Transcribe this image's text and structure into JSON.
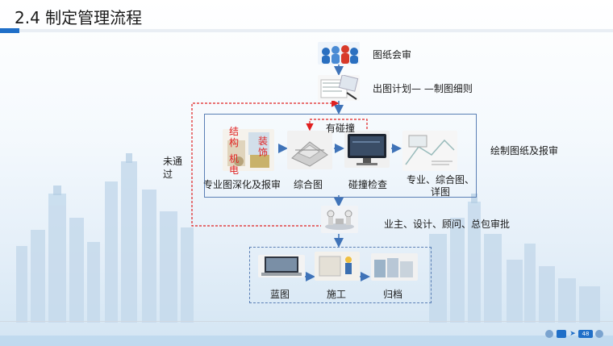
{
  "slide": {
    "title": "2.4 制定管理流程",
    "page_number": "48"
  },
  "steps": {
    "review": "图纸会审",
    "plan": "出图计划— —制图细则",
    "draw_report": "绘制图纸及报审",
    "not_pass": "未通过",
    "deepen": "专业图深化及报审",
    "composite": "综合图",
    "clash_check": "碰撞检查",
    "final": "专业、综合图、详图",
    "clash": "有碰撞",
    "approval": "业主、设计、顾问、总包审批",
    "blueprint": "蓝图",
    "construction": "施工",
    "archive": "归档"
  },
  "red_labels": {
    "structure": "结构",
    "mep": "机电",
    "decor": "装饰"
  },
  "colors": {
    "accent": "#1f6fc8",
    "arrow": "#3f73b8",
    "red": "#e02020",
    "frame": "#5a7fb5"
  }
}
